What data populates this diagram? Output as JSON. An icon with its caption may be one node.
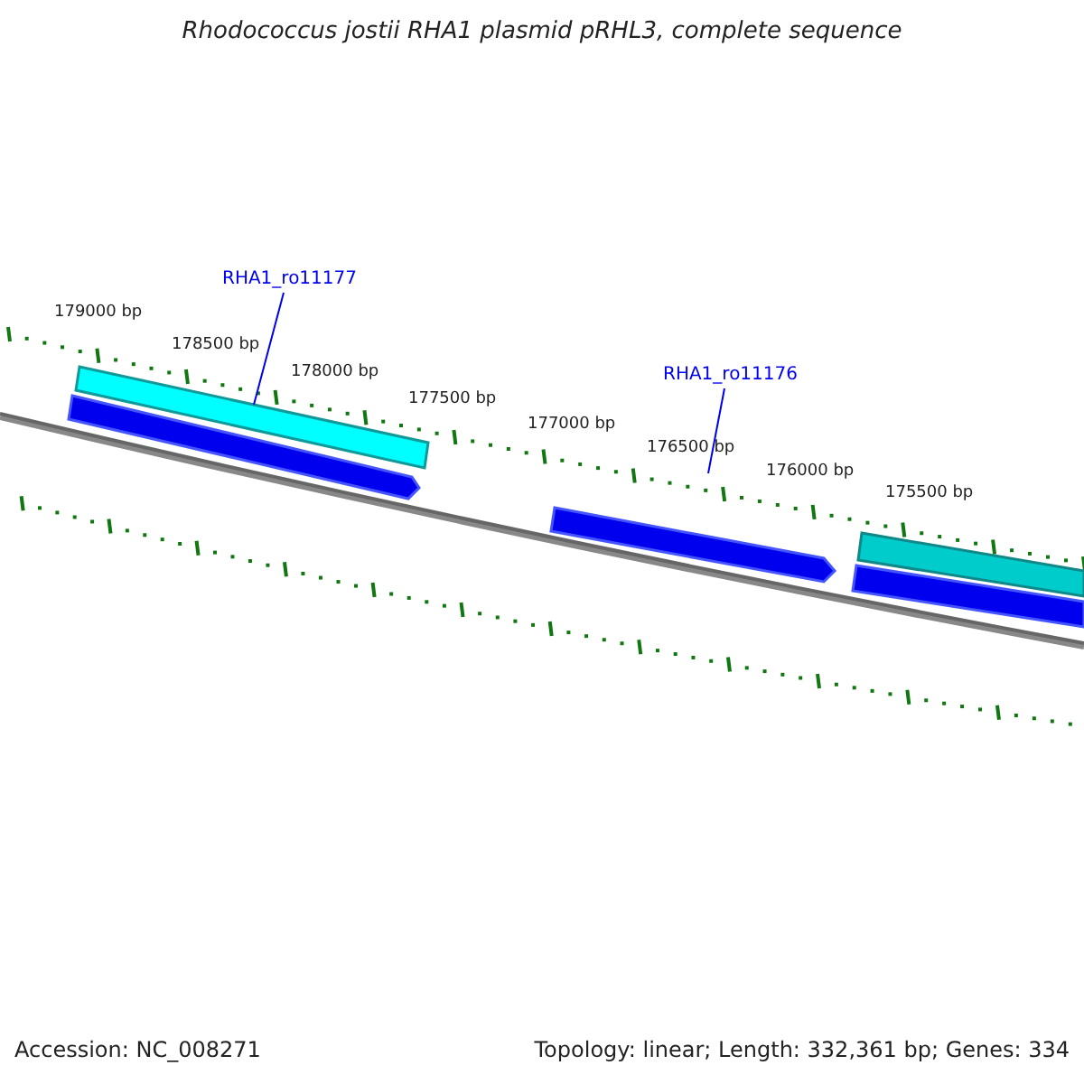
{
  "diagram": {
    "title": "Rhodococcus jostii RHA1 plasmid pRHL3, complete sequence",
    "nodes": [
      {
        "text": [
          "RHA1_ro11177"
        ]
      },
      {
        "text": [],
        "shape": "bar"
      },
      {
        "text": [],
        "shape": "bar"
      },
      {
        "text": [
          "RHA1_ro11176"
        ]
      },
      {
        "text": [],
        "shape": "bar"
      },
      {
        "text": [],
        "shape": "bar"
      },
      {
        "text": [],
        "shape": "bar"
      }
    ],
    "edges": [
      {
        "from": 0,
        "to": 1,
        "arrow": "none"
      },
      {
        "from": 3,
        "to": null,
        "arrow": "none"
      }
    ],
    "labels": [
      "179000 bp",
      "178500 bp",
      "178000 bp",
      "177500 bp",
      "177000 bp",
      "176500 bp",
      "176000 bp",
      "175500 bp",
      "Accession: NC_008271",
      "Topology: linear; Length: 332,361 bp; Genes: 334"
    ]
  }
}
